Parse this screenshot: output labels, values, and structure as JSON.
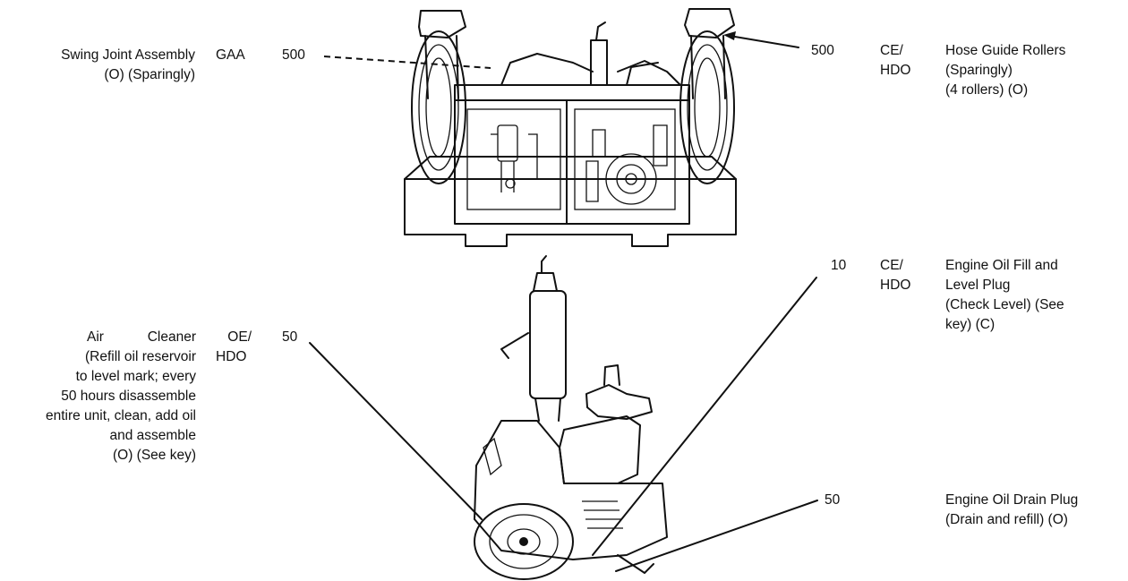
{
  "callouts": {
    "swing_joint": {
      "label_lines": [
        "Swing Joint Assembly",
        "(O) (Sparingly)"
      ],
      "lubricant": "GAA",
      "interval": "500"
    },
    "hose_guide": {
      "label_lines": [
        "Hose Guide Rollers",
        "(Sparingly)",
        "(4 rollers) (O)"
      ],
      "lubricant_lines": [
        "CE/",
        "HDO"
      ],
      "interval": "500"
    },
    "engine_oil_fill": {
      "label_lines": [
        "Engine Oil Fill and",
        "Level Plug",
        "(Check Level) (See",
        "key) (C)"
      ],
      "lubricant_lines": [
        "CE/",
        "HDO"
      ],
      "interval": "10"
    },
    "air_cleaner": {
      "label_title_words": [
        "Air",
        "Cleaner"
      ],
      "label_lines": [
        "(Refill oil reservoir",
        "to level mark; every",
        "50 hours disassemble",
        "entire unit, clean, add oil",
        "and assemble",
        "(O) (See key)"
      ],
      "lubricant_lines": [
        "OE/",
        "HDO"
      ],
      "interval": "50"
    },
    "engine_oil_drain": {
      "label_lines": [
        "Engine Oil Drain Plug",
        "(Drain and refill) (O)"
      ],
      "interval": "50"
    }
  }
}
